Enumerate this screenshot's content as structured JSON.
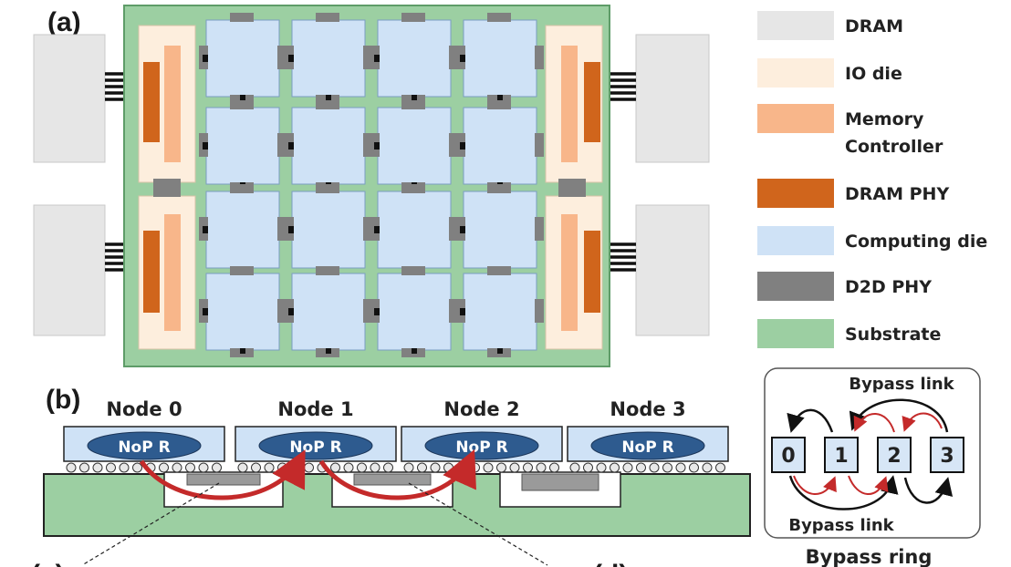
{
  "panel_labels": {
    "a": "(a)",
    "b": "(b)",
    "c": "(c)",
    "d": "(d)"
  },
  "legend": [
    {
      "label": "DRAM",
      "color": "#e6e6e6"
    },
    {
      "label": "IO die",
      "color": "#fdeedd"
    },
    {
      "label": "Memory\nController",
      "color": "#f8b68a"
    },
    {
      "label": "DRAM PHY",
      "color": "#d0651c"
    },
    {
      "label": "Computing die",
      "color": "#cfe2f6"
    },
    {
      "label": "D2D PHY",
      "color": "#808080"
    },
    {
      "label": "Substrate",
      "color": "#9ccfa2"
    }
  ],
  "nodes": [
    {
      "name": "Node 0",
      "router": "NoP R"
    },
    {
      "name": "Node 1",
      "router": "NoP R"
    },
    {
      "name": "Node 2",
      "router": "NoP R"
    },
    {
      "name": "Node 3",
      "router": "NoP R"
    }
  ],
  "ring": {
    "nodes": [
      "0",
      "1",
      "2",
      "3"
    ],
    "bypass_top": "Bypass link",
    "bypass_bottom": "Bypass link",
    "caption": "Bypass ring"
  },
  "colors": {
    "substrate": "#9ccfa2",
    "substrate_edge": "#5e9c68",
    "compute": "#cfe2f6",
    "compute_edge": "#7a9cc2",
    "io": "#fdeedd",
    "mc": "#f8b68a",
    "phy": "#d0651c",
    "d2d": "#808080",
    "dram": "#e6e6e6",
    "router": "#2e5b8f",
    "link_red": "#c42a2a"
  }
}
